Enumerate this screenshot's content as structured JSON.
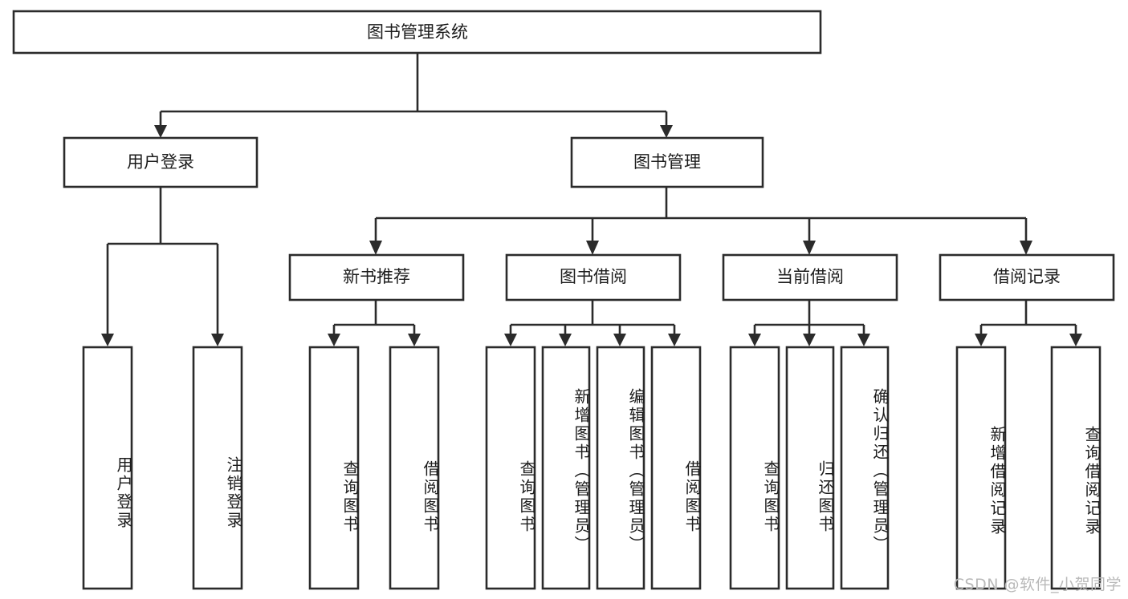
{
  "diagram": {
    "title": "图书管理系统",
    "watermark": "CSDN @软件_小贺同学",
    "accent_color": "#2b2b2b",
    "box_fill": "#ffffff",
    "levels": {
      "root": {
        "label": "图书管理系统"
      },
      "level2": [
        {
          "label": "用户登录"
        },
        {
          "label": "图书管理"
        }
      ],
      "level3": [
        {
          "label": "新书推荐"
        },
        {
          "label": "图书借阅"
        },
        {
          "label": "当前借阅"
        },
        {
          "label": "借阅记录"
        }
      ],
      "leaves": {
        "user_login": [
          {
            "label": "用户登录"
          },
          {
            "label": "注销登录"
          }
        ],
        "new_book_recommend": [
          {
            "label": "查询图书"
          },
          {
            "label": "借阅图书"
          }
        ],
        "book_borrow": [
          {
            "label": "查询图书"
          },
          {
            "label": "新增图书（管理员）"
          },
          {
            "label": "编辑图书（管理员）"
          },
          {
            "label": "借阅图书"
          }
        ],
        "current_borrow": [
          {
            "label": "查询图书"
          },
          {
            "label": "归还图书"
          },
          {
            "label": "确认归还（管理员）"
          }
        ],
        "borrow_record": [
          {
            "label": "新增借阅记录"
          },
          {
            "label": "查询借阅记录"
          }
        ]
      }
    }
  },
  "chart_data": {
    "type": "table",
    "title": "图书管理系统",
    "nodes": [
      {
        "id": "root",
        "label": "图书管理系统",
        "level": 1,
        "parent": null
      },
      {
        "id": "user-login",
        "label": "用户登录",
        "level": 2,
        "parent": "root"
      },
      {
        "id": "book-manage",
        "label": "图书管理",
        "level": 2,
        "parent": "root"
      },
      {
        "id": "new-book",
        "label": "新书推荐",
        "level": 3,
        "parent": "book-manage"
      },
      {
        "id": "book-borrow",
        "label": "图书借阅",
        "level": 3,
        "parent": "book-manage"
      },
      {
        "id": "current-borrow",
        "label": "当前借阅",
        "level": 3,
        "parent": "book-manage"
      },
      {
        "id": "borrow-record",
        "label": "借阅记录",
        "level": 3,
        "parent": "book-manage"
      },
      {
        "id": "leaf-1",
        "label": "用户登录",
        "level": 4,
        "parent": "user-login"
      },
      {
        "id": "leaf-2",
        "label": "注销登录",
        "level": 4,
        "parent": "user-login"
      },
      {
        "id": "leaf-3",
        "label": "查询图书",
        "level": 4,
        "parent": "new-book"
      },
      {
        "id": "leaf-4",
        "label": "借阅图书",
        "level": 4,
        "parent": "new-book"
      },
      {
        "id": "leaf-5",
        "label": "查询图书",
        "level": 4,
        "parent": "book-borrow"
      },
      {
        "id": "leaf-6",
        "label": "新增图书（管理员）",
        "level": 4,
        "parent": "book-borrow"
      },
      {
        "id": "leaf-7",
        "label": "编辑图书（管理员）",
        "level": 4,
        "parent": "book-borrow"
      },
      {
        "id": "leaf-8",
        "label": "借阅图书",
        "level": 4,
        "parent": "book-borrow"
      },
      {
        "id": "leaf-9",
        "label": "查询图书",
        "level": 4,
        "parent": "current-borrow"
      },
      {
        "id": "leaf-10",
        "label": "归还图书",
        "level": 4,
        "parent": "current-borrow"
      },
      {
        "id": "leaf-11",
        "label": "确认归还（管理员）",
        "level": 4,
        "parent": "current-borrow"
      },
      {
        "id": "leaf-12",
        "label": "新增借阅记录",
        "level": 4,
        "parent": "borrow-record"
      },
      {
        "id": "leaf-13",
        "label": "查询借阅记录",
        "level": 4,
        "parent": "borrow-record"
      }
    ]
  }
}
